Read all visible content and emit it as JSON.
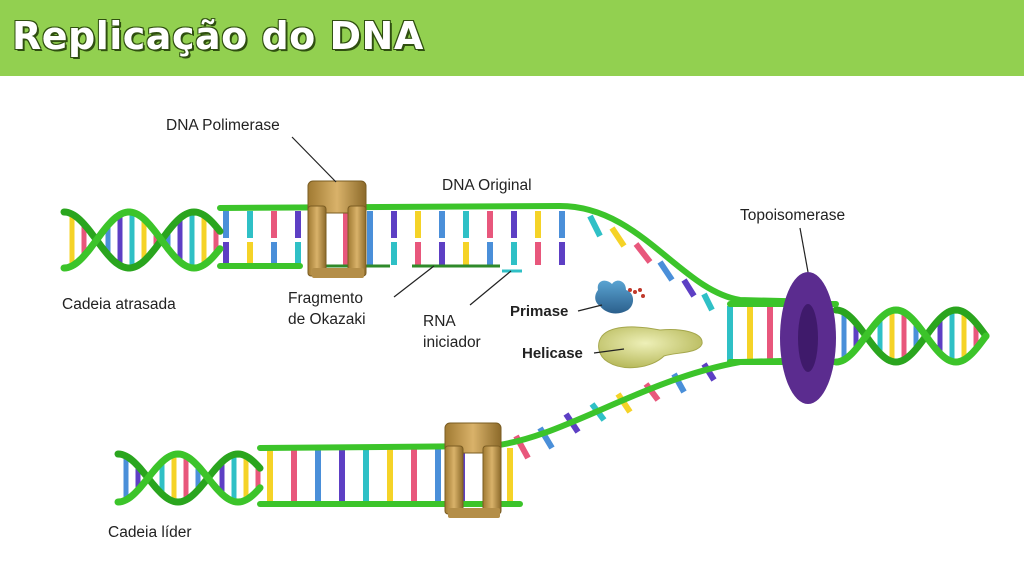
{
  "title": "Replicação do DNA",
  "labels": {
    "dna_polimerase": "DNA Polimerase",
    "dna_original": "DNA Original",
    "topoisomerase": "Topoisomerase",
    "cadeia_atrasada": "Cadeia atrasada",
    "fragmento_line1": "Fragmento",
    "fragmento_line2": "de Okazaki",
    "rna_line1": "RNA",
    "rna_line2": "iniciador",
    "primase": "Primase",
    "helicase": "Helicase",
    "cadeia_lider": "Cadeia líder"
  },
  "colors": {
    "header": "#92d050",
    "backbone": "#3cc42a",
    "base_palette": [
      "#f5d327",
      "#e8577c",
      "#4a8fd9",
      "#5d3fc4",
      "#2fc0c6"
    ],
    "polymerase": "#c8a25a",
    "topoisomerase": "#5b2c8f",
    "primase": "#3a7fae",
    "helicase": "#d6d88a"
  }
}
